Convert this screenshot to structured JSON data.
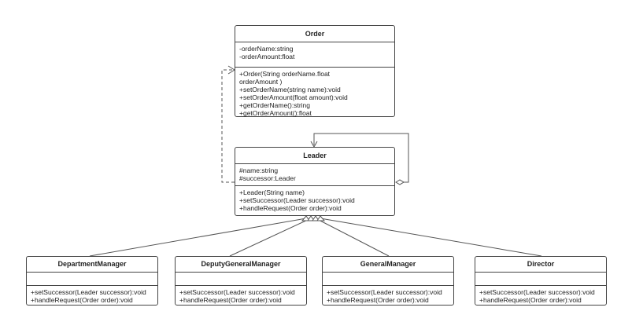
{
  "classes": {
    "order": {
      "name": "Order",
      "attributes": [
        "-orderName:string",
        "-orderAmount:float"
      ],
      "methods": [
        "+Order(String orderName.float",
        "orderAmount )",
        "+setOrderName(string name):void",
        "+setOrderAmount(float amount):void",
        "+getOrderName():string",
        "+getOrderAmount():float"
      ]
    },
    "leader": {
      "name": "Leader",
      "attributes": [
        "#name:string",
        "#successor:Leader"
      ],
      "methods": [
        "+Leader(String name)",
        "+setSuccessor(Leader successor):void",
        "+handleRequest(Order order):void"
      ]
    },
    "department_manager": {
      "name": "DepartmentManager",
      "attributes": [],
      "methods": [
        "+setSuccessor(Leader successor):void",
        "+handleRequest(Order order):void"
      ]
    },
    "deputy_general_manager": {
      "name": "DeputyGeneralManager",
      "attributes": [],
      "methods": [
        "+setSuccessor(Leader successor):void",
        "+handleRequest(Order order):void"
      ]
    },
    "general_manager": {
      "name": "GeneralManager",
      "attributes": [],
      "methods": [
        "+setSuccessor(Leader successor):void",
        "+handleRequest(Order order):void"
      ]
    },
    "director": {
      "name": "Director",
      "attributes": [],
      "methods": [
        "+setSuccessor(Leader successor):void",
        "+handleRequest(Order order):void"
      ]
    }
  },
  "relations": [
    {
      "type": "dependency",
      "from": "leader",
      "to": "order"
    },
    {
      "type": "aggregation",
      "from": "leader",
      "to": "leader"
    },
    {
      "type": "generalization",
      "from": "department_manager",
      "to": "leader"
    },
    {
      "type": "generalization",
      "from": "deputy_general_manager",
      "to": "leader"
    },
    {
      "type": "generalization",
      "from": "general_manager",
      "to": "leader"
    },
    {
      "type": "generalization",
      "from": "director",
      "to": "leader"
    }
  ]
}
